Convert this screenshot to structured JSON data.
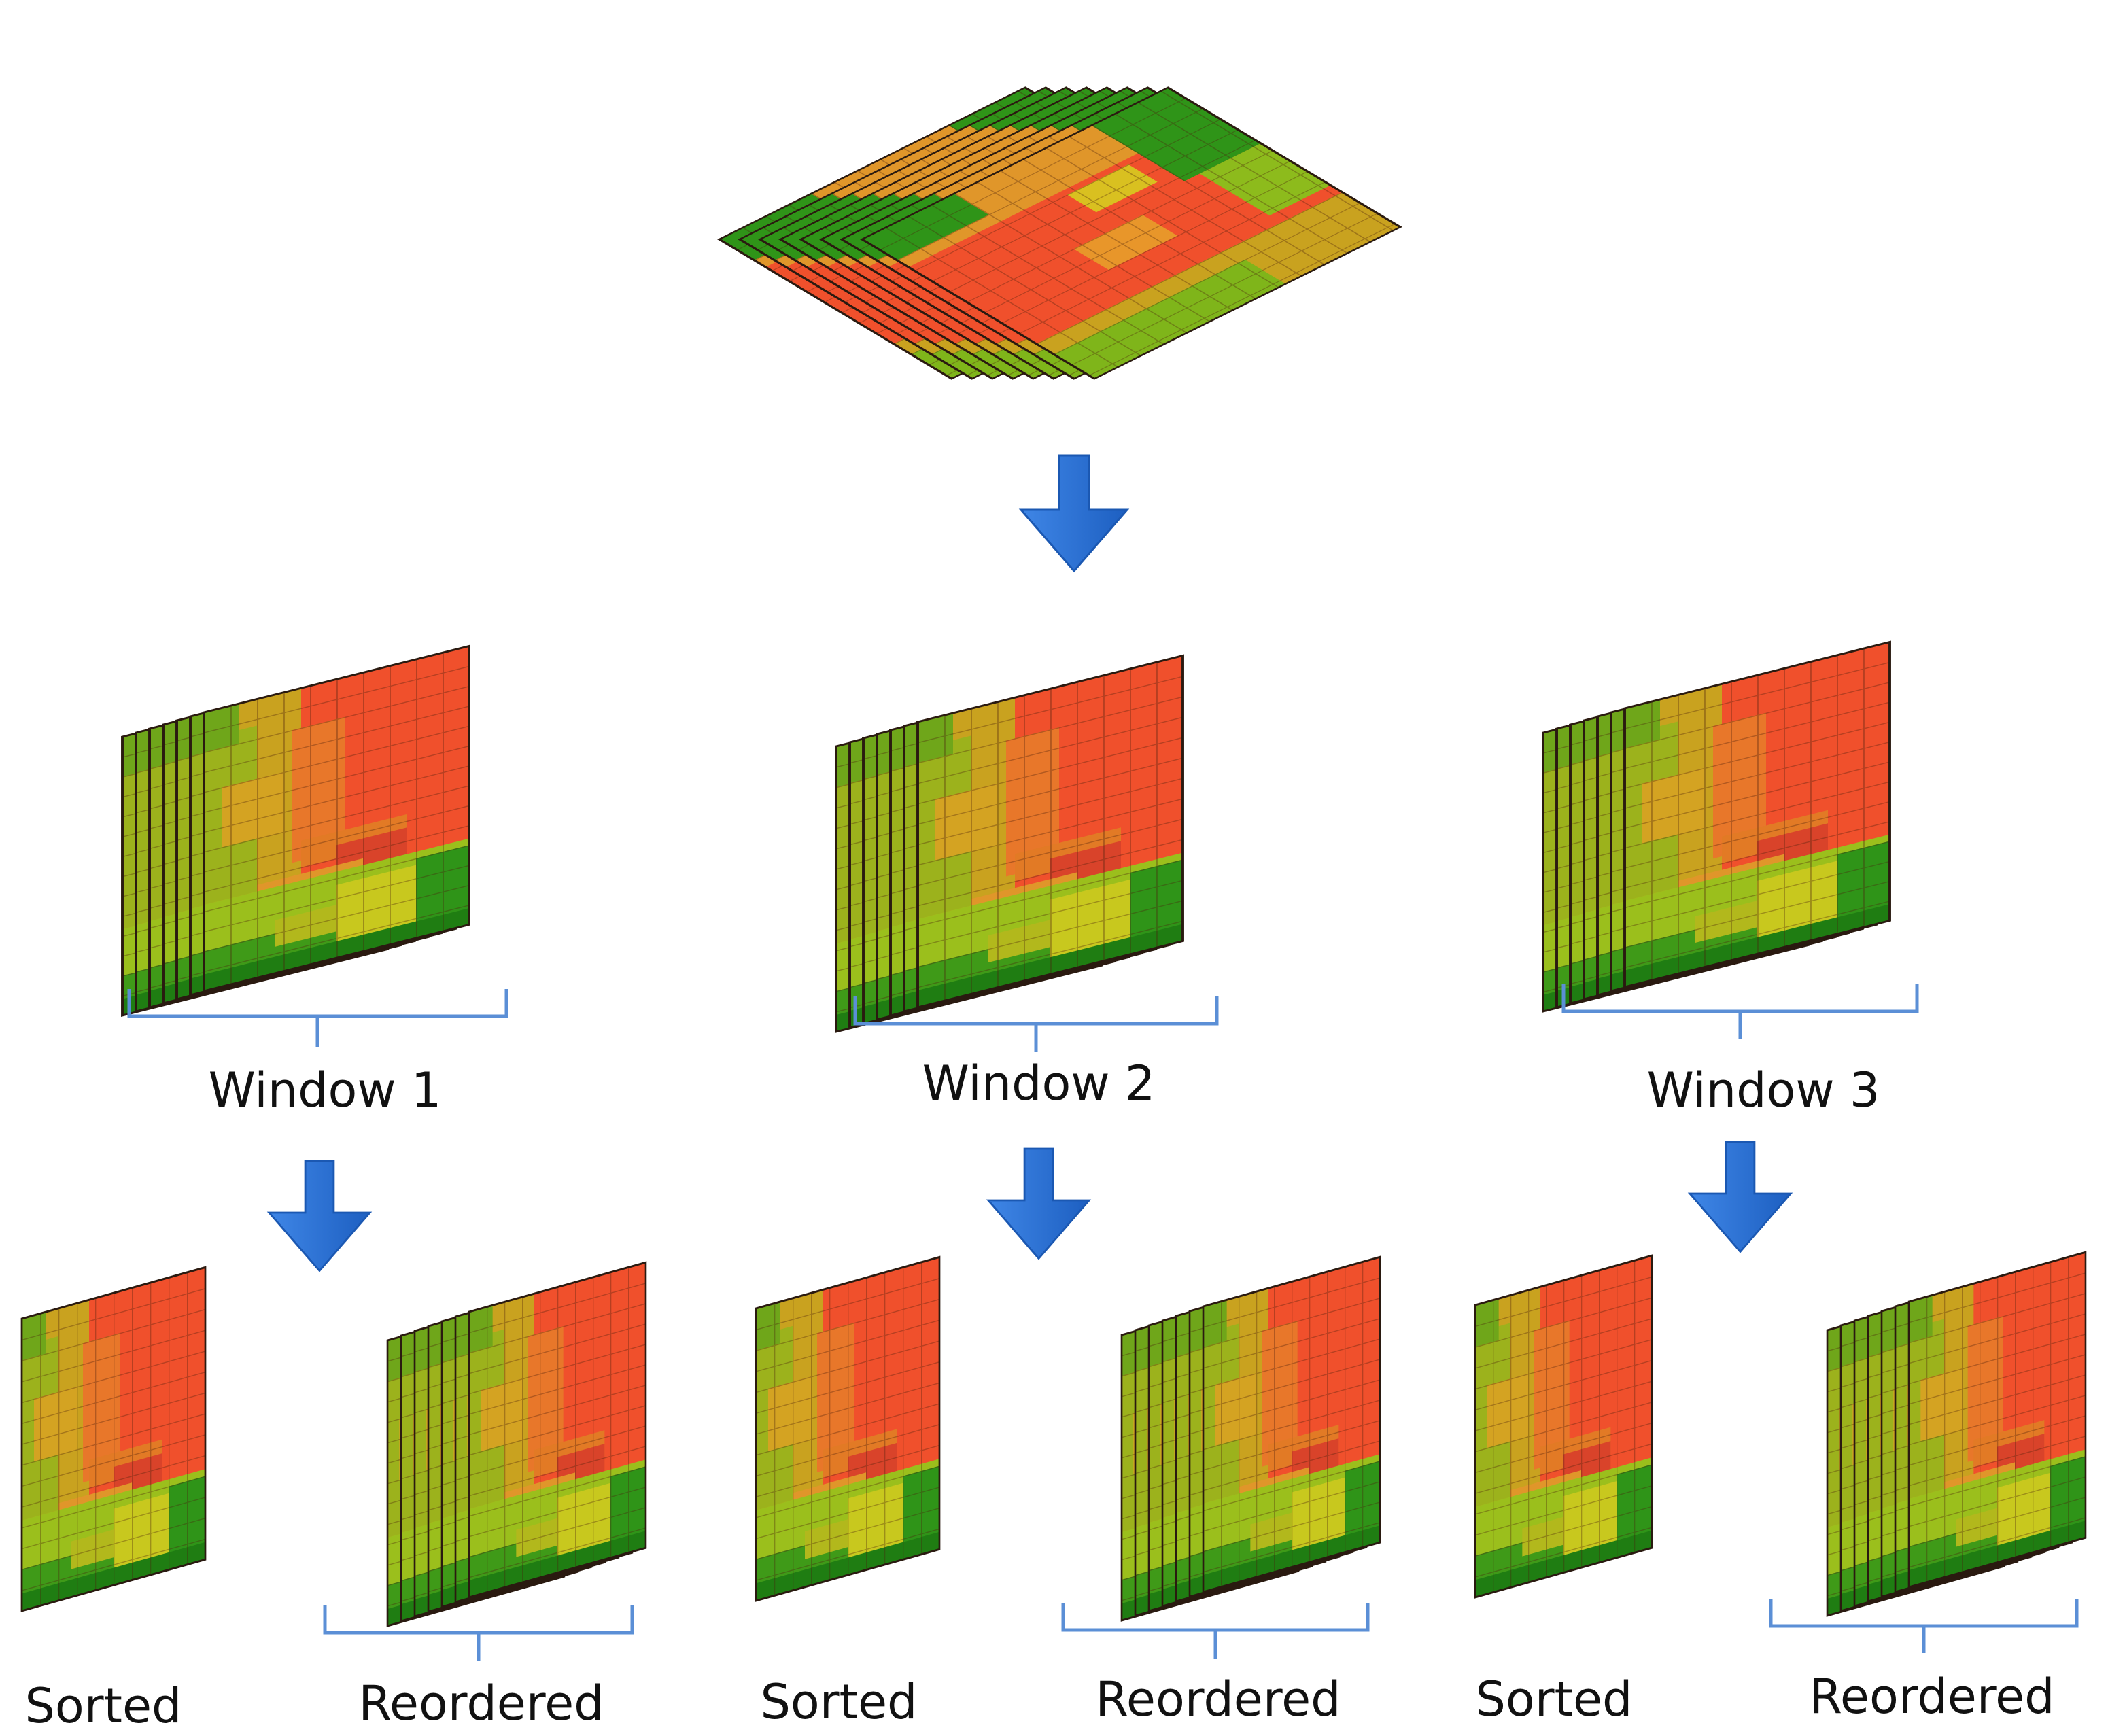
{
  "colors": {
    "red": "#f0502c",
    "orange": "#e8962a",
    "yellow": "#c9c81e",
    "lime": "#7fb51a",
    "green": "#2f9418",
    "dark_green": "#1f7d12",
    "grid": "#5a2a10",
    "arrow": "#2a6fd0",
    "arrow_edge": "#1b58b2",
    "bracket": "#5b8fd6"
  },
  "windows": [
    {
      "label": "Window 1"
    },
    {
      "label": "Window 2"
    },
    {
      "label": "Window 3"
    }
  ],
  "outputs": [
    {
      "label": "Sorted"
    },
    {
      "label": "Reordered"
    },
    {
      "label": "Sorted"
    },
    {
      "label": "Reordered"
    },
    {
      "label": "Sorted"
    },
    {
      "label": "Reordered"
    }
  ]
}
